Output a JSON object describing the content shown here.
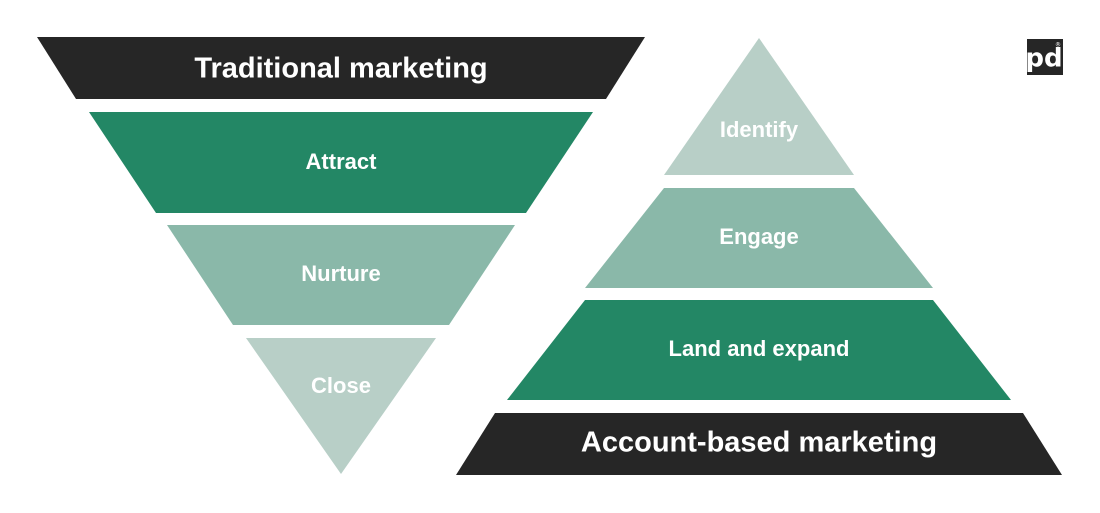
{
  "colors": {
    "dark": "#262626",
    "green_dark": "#238765",
    "green_mid": "#8ab8a9",
    "green_light": "#b8cfc7",
    "text": "#ffffff"
  },
  "funnel": {
    "header": "Traditional marketing",
    "stages": [
      "Attract",
      "Nurture",
      "Close"
    ]
  },
  "pyramid": {
    "footer": "Account-based marketing",
    "stages": [
      "Identify",
      "Engage",
      "Land and expand"
    ]
  },
  "logo": {
    "icon": "pd-logo-icon",
    "text": "pd",
    "mark": "®"
  }
}
